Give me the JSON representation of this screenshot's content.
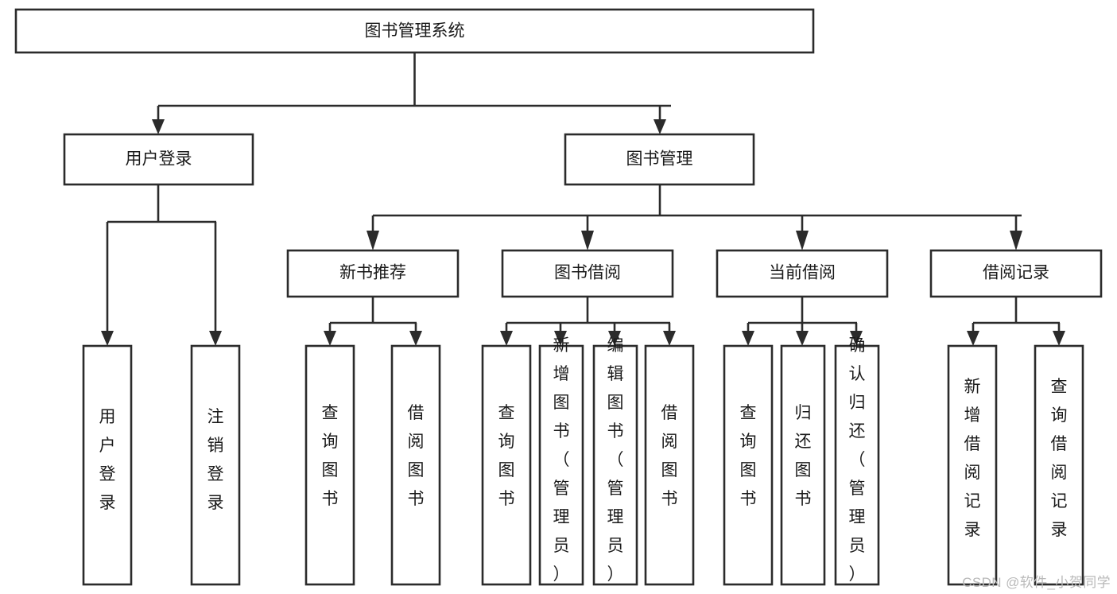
{
  "diagram": {
    "type": "tree-hierarchy-function-structure",
    "title": "图书管理系统",
    "watermark": "CSDN @软件_小贺同学",
    "colors": {
      "stroke": "#2b2b2b",
      "box_fill": "#ffffff",
      "text": "#1a1a1a",
      "background": "#ffffff",
      "watermark": "#b9b9b9"
    },
    "levels": {
      "level1": [
        {
          "id": "root",
          "label": "图书管理系统",
          "orientation": "horizontal"
        }
      ],
      "level2": [
        {
          "id": "user-login",
          "label": "用户登录",
          "orientation": "horizontal"
        },
        {
          "id": "book-manage",
          "label": "图书管理",
          "orientation": "horizontal"
        }
      ],
      "level3": [
        {
          "id": "new-book-rec",
          "label": "新书推荐",
          "orientation": "horizontal"
        },
        {
          "id": "book-borrow",
          "label": "图书借阅",
          "orientation": "horizontal"
        },
        {
          "id": "current-borrow",
          "label": "当前借阅",
          "orientation": "horizontal"
        },
        {
          "id": "borrow-record",
          "label": "借阅记录",
          "orientation": "horizontal"
        }
      ],
      "level4": [
        {
          "id": "leaf-user-login",
          "label": "用户登录",
          "orientation": "vertical",
          "parent": "user-login"
        },
        {
          "id": "leaf-logout",
          "label": "注销登录",
          "orientation": "vertical",
          "parent": "user-login"
        },
        {
          "id": "leaf-query-book-1",
          "label": "查询图书",
          "orientation": "vertical",
          "parent": "new-book-rec"
        },
        {
          "id": "leaf-borrow-book-1",
          "label": "借阅图书",
          "orientation": "vertical",
          "parent": "new-book-rec"
        },
        {
          "id": "leaf-query-book-2",
          "label": "查询图书",
          "orientation": "vertical",
          "parent": "book-borrow"
        },
        {
          "id": "leaf-add-book",
          "label": "新增图书（管理员）",
          "orientation": "vertical",
          "parent": "book-borrow"
        },
        {
          "id": "leaf-edit-book",
          "label": "编辑图书（管理员）",
          "orientation": "vertical",
          "parent": "book-borrow"
        },
        {
          "id": "leaf-borrow-book-2",
          "label": "借阅图书",
          "orientation": "vertical",
          "parent": "book-borrow"
        },
        {
          "id": "leaf-query-book-3",
          "label": "查询图书",
          "orientation": "vertical",
          "parent": "current-borrow"
        },
        {
          "id": "leaf-return-book",
          "label": "归还图书",
          "orientation": "vertical",
          "parent": "current-borrow"
        },
        {
          "id": "leaf-confirm-return",
          "label": "确认归还（管理员）",
          "orientation": "vertical",
          "parent": "current-borrow"
        },
        {
          "id": "leaf-add-record",
          "label": "新增借阅记录",
          "orientation": "vertical",
          "parent": "borrow-record"
        },
        {
          "id": "leaf-query-record",
          "label": "查询借阅记录",
          "orientation": "vertical",
          "parent": "borrow-record"
        }
      ]
    }
  }
}
